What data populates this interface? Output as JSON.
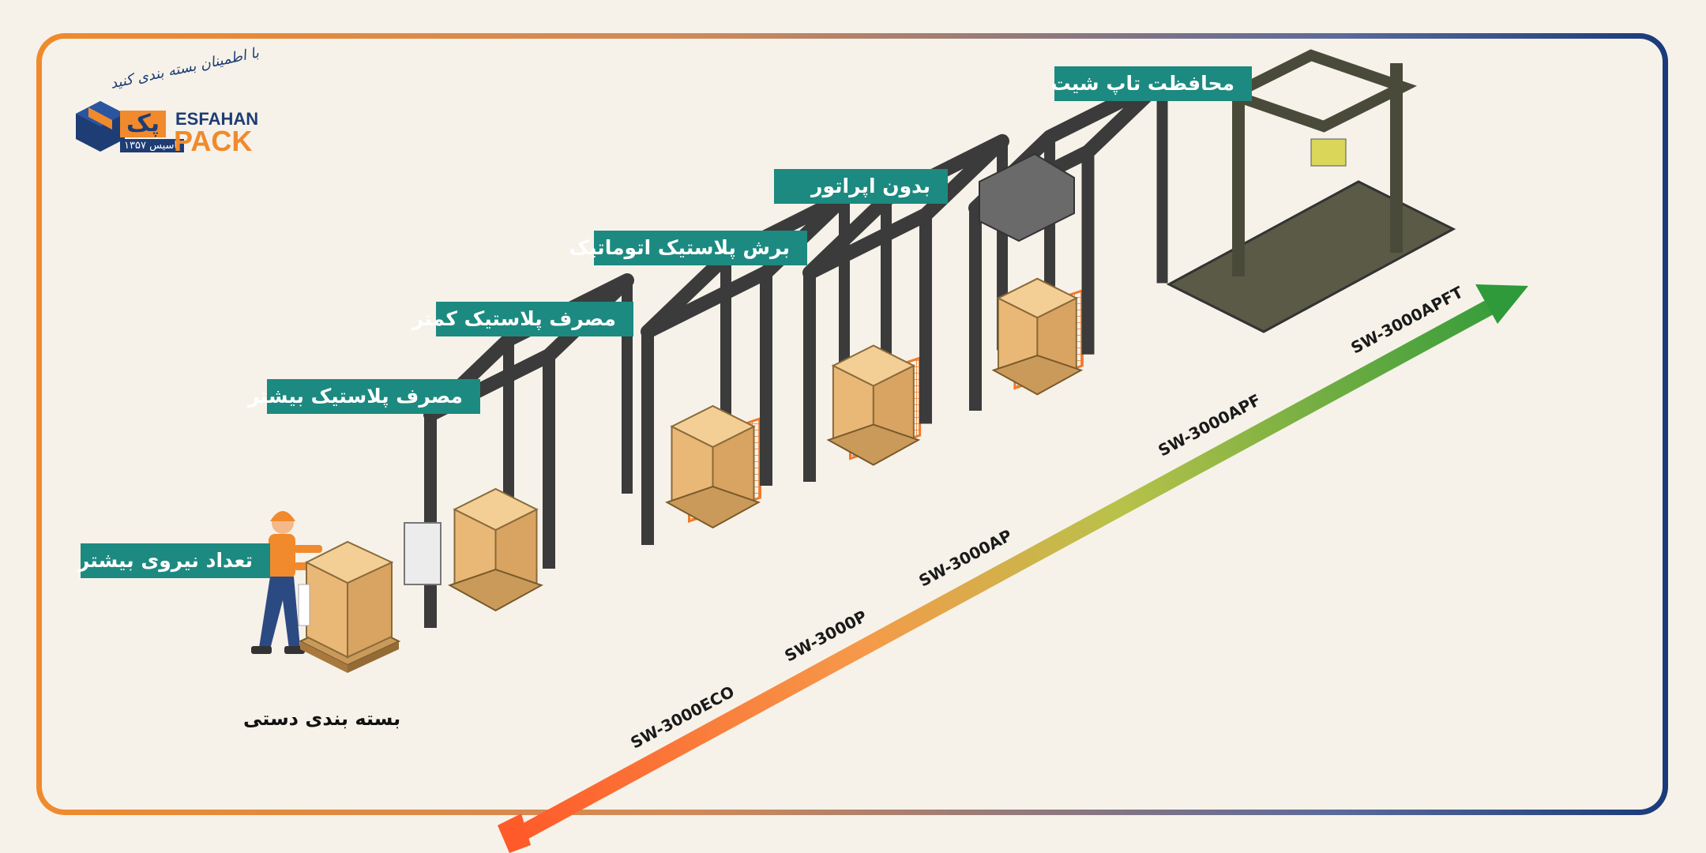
{
  "brand": {
    "name_en": "ESFAHAN",
    "name_en_2": "PACK",
    "name_fa": "پک",
    "founded": "تاسیس ۱۳۵۷",
    "slogan": "با اطمینان بسته بندی کنید",
    "colors": {
      "navy": "#1e3d75",
      "orange": "#f08a2c"
    }
  },
  "tags": {
    "top_sheet": "محافظت تاپ شیت",
    "no_operator": "بدون اپراتور",
    "auto_cut": "برش پلاستیک اتوماتیک",
    "less_plastic": "مصرف پلاستیک کمتر",
    "more_plastic": "مصرف پلاستیک بیشتر",
    "more_labor": "تعداد نیروی بیشتر"
  },
  "manual_label": "بسته بندی دستی",
  "models": [
    "SW-3000ECO",
    "SW-3000P",
    "SW-3000AP",
    "SW-3000APF",
    "SW-3000APFT"
  ],
  "colors": {
    "tag_bg": "#1c8a80",
    "frame_steel": "#3b3b3b",
    "fence": "#f07a2a",
    "box": "#e9b877",
    "arrow_start": "#ff5a2a",
    "arrow_mid": "#b8c24a",
    "arrow_end": "#2e9a3a"
  },
  "icons": [
    "worker-icon",
    "wrapping-machine-icon",
    "pallet-box-icon",
    "conveyor-icon",
    "gradient-arrow-icon",
    "logo-cube-icon"
  ]
}
